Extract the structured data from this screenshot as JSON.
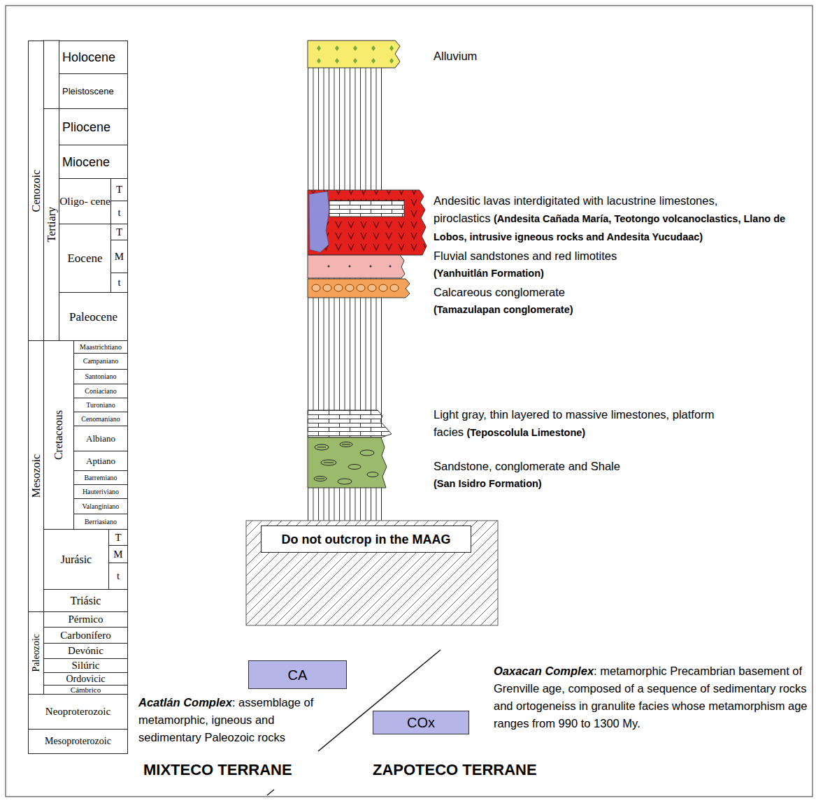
{
  "diagram": {
    "nodes": [
      {
        "text": [
          "Cenozoic"
        ]
      },
      {
        "text": [
          "Holocene"
        ]
      },
      {
        "text": [
          "Pleistoscene"
        ]
      },
      {
        "text": [
          "Tertiary"
        ]
      },
      {
        "text": [
          "Pliocene"
        ]
      },
      {
        "text": [
          "Miocene"
        ]
      },
      {
        "text": [
          "Oligo- cene"
        ]
      },
      {
        "text": [
          "T"
        ]
      },
      {
        "text": [
          "t"
        ]
      },
      {
        "text": [
          "Eocene"
        ]
      },
      {
        "text": [
          "T"
        ]
      },
      {
        "text": [
          "M"
        ]
      },
      {
        "text": [
          "t"
        ]
      },
      {
        "text": [
          "Paleocene"
        ]
      },
      {
        "text": [
          "Mesozoic"
        ]
      },
      {
        "text": [
          "Cretaceous"
        ]
      },
      {
        "text": [
          "Maastrichtiano"
        ]
      },
      {
        "text": [
          "Campaniano"
        ]
      },
      {
        "text": [
          "Santoniano"
        ]
      },
      {
        "text": [
          "Coniaciano"
        ]
      },
      {
        "text": [
          "Turoniano"
        ]
      },
      {
        "text": [
          "Cenomaniano"
        ]
      },
      {
        "text": [
          "Albiano"
        ]
      },
      {
        "text": [
          "Aptiano"
        ]
      },
      {
        "text": [
          "Barremiano"
        ]
      },
      {
        "text": [
          "Hauteriviano"
        ]
      },
      {
        "text": [
          "Valanginiano"
        ]
      },
      {
        "text": [
          "Berriasiano"
        ]
      },
      {
        "text": [
          "Jurásic"
        ]
      },
      {
        "text": [
          "T"
        ]
      },
      {
        "text": [
          "M"
        ]
      },
      {
        "text": [
          "t"
        ]
      },
      {
        "text": [
          "Triásic"
        ]
      },
      {
        "text": [
          "Paleozoic"
        ]
      },
      {
        "text": [
          "Pérmico"
        ]
      },
      {
        "text": [
          "Carbonífero"
        ]
      },
      {
        "text": [
          "Devónic"
        ]
      },
      {
        "text": [
          "Silúric"
        ]
      },
      {
        "text": [
          "Ordovicic"
        ]
      },
      {
        "text": [
          "Cámbrico"
        ]
      },
      {
        "text": [
          "Neoproterozoic"
        ]
      },
      {
        "text": [
          "Mesoproterozoic"
        ]
      },
      {
        "text": [
          "Do not outcrop in the MAAG"
        ]
      },
      {
        "text": [
          "CA"
        ]
      },
      {
        "text": [
          "COx"
        ]
      }
    ],
    "labels": [
      "Alluvium",
      "Andesitic lavas interdigitated with lacustrine limestones, piroclastics",
      "(Andesita Cañada María, Teotongo volcanoclastics, Llano de Lobos, intrusive igneous rocks and Andesita Yucudaac)",
      "Fluvial sandstones and red limotites",
      "(Yanhuitlán Formation)",
      "Calcareous conglomerate",
      "(Tamazulapan conglomerate)",
      "Light gray, thin layered to massive limestones, platform facies",
      "(Teposcolula Limestone)",
      "Sandstone, conglomerate and Shale",
      "(San Isidro Formation)",
      "Acatlán Complex",
      ": assemblage of metamorphic, igneous and sedimentary Paleozoic rocks",
      "Oaxacan Complex",
      ": metamorphic Precambrian basement of Grenville age, composed of a sequence of sedimentary rocks and ortogeneiss in granulite facies whose metamorphism age ranges from 990 to 1300 My.",
      "MIXTECO TERRANE",
      "ZAPOTECO TERRANE"
    ]
  }
}
